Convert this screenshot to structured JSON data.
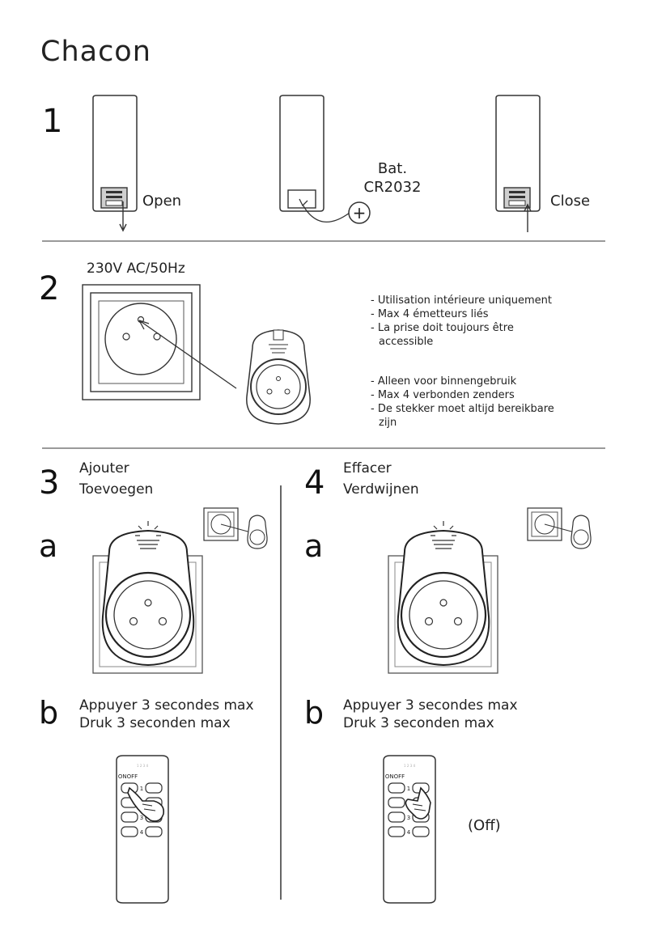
{
  "brand": "Chacon",
  "section1": {
    "number": "1",
    "open_label": "Open",
    "battery_label": [
      "Bat.",
      "CR2032"
    ],
    "close_label": "Close",
    "plus_symbol": "+"
  },
  "section2": {
    "number": "2",
    "voltage": "230V AC/50Hz",
    "info_fr": [
      "- Utilisation intérieure uniquement",
      "- Max 4 émetteurs liés",
      "- La prise doit toujours être",
      "accessible"
    ],
    "info_nl": [
      "- Alleen voor binnengebruik",
      "- Max 4 verbonden zenders",
      "- De stekker moet altijd bereikbare",
      "zijn"
    ]
  },
  "section3": {
    "number": "3",
    "title_fr": "Ajouter",
    "title_nl": "Toevoegen",
    "step_a": "a",
    "step_b": "b",
    "press_fr": "Appuyer 3 secondes max",
    "press_nl": "Druk 3 seconden max"
  },
  "section4": {
    "number": "4",
    "title_fr": "Effacer",
    "title_nl": "Verdwijnen",
    "step_a": "a",
    "step_b": "b",
    "press_fr": "Appuyer 3 secondes max",
    "press_nl": "Druk 3 seconden max",
    "off_label": "(Off)"
  },
  "remote": {
    "onoff_label": "ONOFF",
    "button_numbers": [
      "1",
      "2",
      "3",
      "4"
    ]
  }
}
